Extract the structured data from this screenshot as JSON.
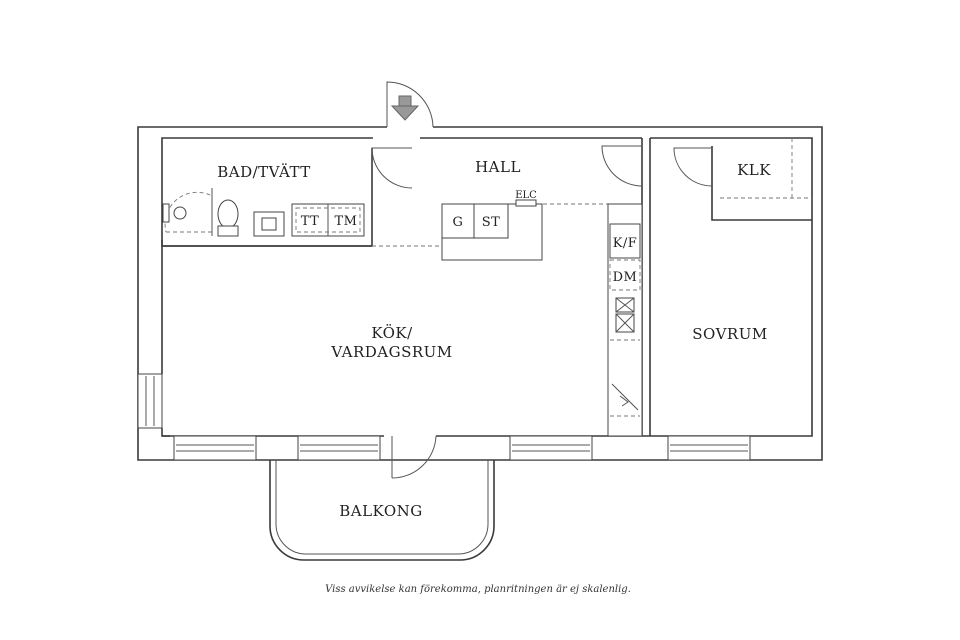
{
  "rooms": {
    "bad": "BAD/TVÄTT",
    "hall": "HALL",
    "klk": "KLK",
    "kok_line1": "KÖK/",
    "kok_line2": "VARDAGSRUM",
    "sovrum": "SOVRUM",
    "balkong": "BALKONG"
  },
  "fixtures": {
    "tt": "TT",
    "tm": "TM",
    "g": "G",
    "st": "ST",
    "elc": "ELC",
    "kf": "K/F",
    "dm": "DM"
  },
  "footer": {
    "disclaimer": "Viss avvikelse kan förekomma, planritningen är ej skalenlig."
  },
  "icons": {
    "entrance": "entrance-arrow-icon"
  }
}
